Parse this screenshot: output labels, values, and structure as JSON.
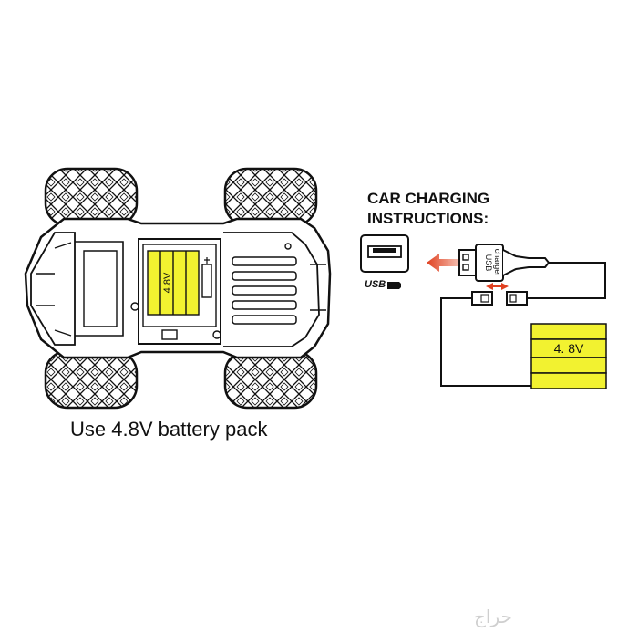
{
  "caption": "Use 4.8V battery pack",
  "instructions": {
    "line1": "CAR CHARGING",
    "line2": "INSTRUCTIONS:"
  },
  "car_battery_label": "4.8V",
  "pack_battery_label": "4. 8V",
  "usb_label": "USB",
  "usb_charger_label_1": "USB",
  "usb_charger_label_2": "charger",
  "watermark": "حراج",
  "colors": {
    "battery_fill": "#f2f230",
    "arrow": "#e04020",
    "line": "#111111"
  }
}
